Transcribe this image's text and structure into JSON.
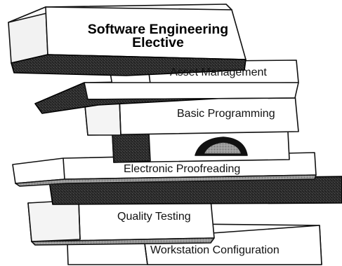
{
  "title": {
    "line1": "Software Engineering",
    "line2": "Elective"
  },
  "blocks": [
    {
      "label": "Asset Management"
    },
    {
      "label": "Basic Programming"
    },
    {
      "label": "Electronic Proofreading"
    },
    {
      "label": "Quality Testing"
    },
    {
      "label": "Workstation Configuration"
    }
  ],
  "colors": {
    "face": "#ffffff",
    "edge": "#111111",
    "shadow": "#3a3a3a",
    "dark_band": "#1a1a1a"
  }
}
